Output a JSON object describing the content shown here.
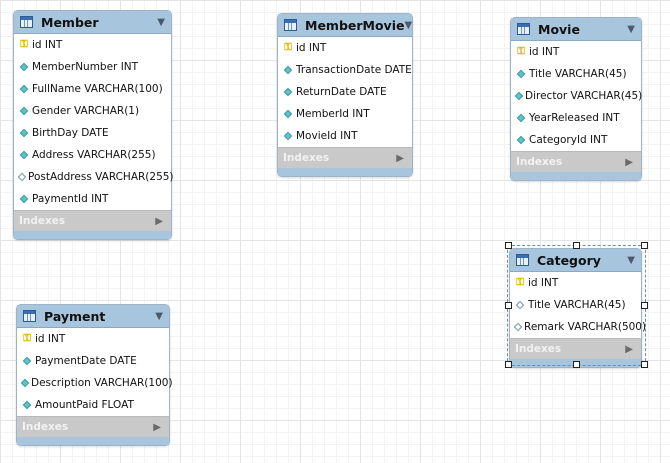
{
  "tables": {
    "member": {
      "title": "Member",
      "columns": [
        {
          "text": "id INT",
          "kind": "pk"
        },
        {
          "text": "MemberNumber INT",
          "kind": "col"
        },
        {
          "text": "FullName VARCHAR(100)",
          "kind": "col"
        },
        {
          "text": "Gender VARCHAR(1)",
          "kind": "col"
        },
        {
          "text": "BirthDay DATE",
          "kind": "col"
        },
        {
          "text": "Address VARCHAR(255)",
          "kind": "col"
        },
        {
          "text": "PostAddress VARCHAR(255)",
          "kind": "nullable"
        },
        {
          "text": "PaymentId INT",
          "kind": "col"
        }
      ],
      "indexes_label": "Indexes"
    },
    "membermovie": {
      "title": "MemberMovie",
      "columns": [
        {
          "text": "id INT",
          "kind": "pk"
        },
        {
          "text": "TransactionDate DATE",
          "kind": "col"
        },
        {
          "text": "ReturnDate DATE",
          "kind": "col"
        },
        {
          "text": "MemberId INT",
          "kind": "col"
        },
        {
          "text": "MovieId INT",
          "kind": "col"
        }
      ],
      "indexes_label": "Indexes"
    },
    "movie": {
      "title": "Movie",
      "columns": [
        {
          "text": "id INT",
          "kind": "pk"
        },
        {
          "text": "Title VARCHAR(45)",
          "kind": "col"
        },
        {
          "text": "Director VARCHAR(45)",
          "kind": "col"
        },
        {
          "text": "YearReleased INT",
          "kind": "col"
        },
        {
          "text": "CategoryId INT",
          "kind": "col"
        }
      ],
      "indexes_label": "Indexes"
    },
    "category": {
      "title": "Category",
      "columns": [
        {
          "text": "id INT",
          "kind": "pk"
        },
        {
          "text": "Title VARCHAR(45)",
          "kind": "nullable"
        },
        {
          "text": "Remark VARCHAR(500)",
          "kind": "nullable"
        }
      ],
      "indexes_label": "Indexes"
    },
    "payment": {
      "title": "Payment",
      "columns": [
        {
          "text": "id INT",
          "kind": "pk"
        },
        {
          "text": "PaymentDate DATE",
          "kind": "col"
        },
        {
          "text": "Description VARCHAR(100)",
          "kind": "col"
        },
        {
          "text": "AmountPaid FLOAT",
          "kind": "col"
        }
      ],
      "indexes_label": "Indexes"
    }
  },
  "icons": {
    "table": "table-icon",
    "primary_key": "key-icon",
    "column": "column-diamond-icon",
    "nullable_column": "nullable-diamond-icon",
    "header_menu": "chevron-down-icon",
    "indexes_expand": "triangle-right-icon"
  },
  "colors": {
    "header": "#a8c5de",
    "indexes_bar": "#c9c9c9",
    "key": "#e2b300",
    "column_diamond": "#5fc5c8"
  },
  "selected_table": "category"
}
